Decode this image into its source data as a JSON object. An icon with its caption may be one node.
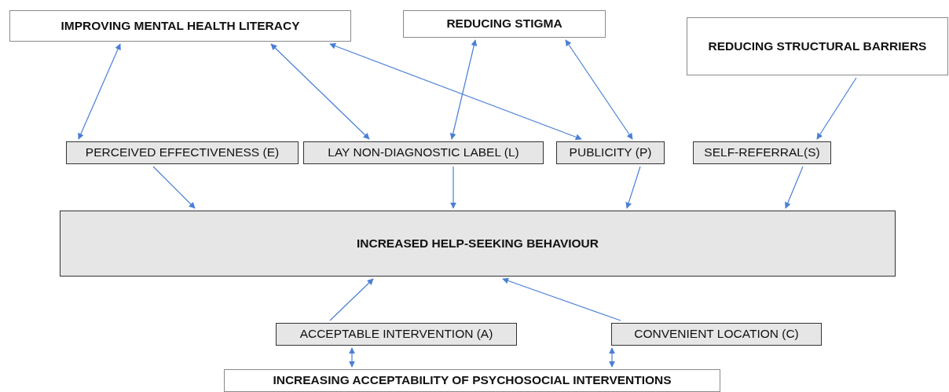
{
  "diagram": {
    "nodes": [
      {
        "text": [
          "IMPROVING MENTAL HEALTH LITERACY"
        ]
      },
      {
        "text": [
          "REDUCING STIGMA"
        ]
      },
      {
        "text": [
          "REDUCING STRUCTURAL BARRIERS"
        ]
      },
      {
        "text": [
          "PERCEIVED EFFECTIVENESS (E)"
        ]
      },
      {
        "text": [
          "LAY NON-DIAGNOSTIC LABEL (L)"
        ]
      },
      {
        "text": [
          "PUBLICITY (P)"
        ]
      },
      {
        "text": [
          "SELF-REFERRAL(S)"
        ]
      },
      {
        "text": [
          "INCREASED HELP-SEEKING BEHAVIOUR"
        ]
      },
      {
        "text": [
          "ACCEPTABLE INTERVENTION (A)"
        ]
      },
      {
        "text": [
          "CONVENIENT LOCATION (C)"
        ]
      },
      {
        "text": [
          "INCREASING ACCEPTABILITY OF PSYCHOSOCIAL INTERVENTIONS"
        ]
      }
    ],
    "edges": [
      {
        "from": 0,
        "to": 3,
        "arrow": "both"
      },
      {
        "from": 0,
        "to": 4,
        "arrow": "both"
      },
      {
        "from": 0,
        "to": 5,
        "arrow": "both"
      },
      {
        "from": 1,
        "to": 4,
        "arrow": "both"
      },
      {
        "from": 1,
        "to": 5,
        "arrow": "both"
      },
      {
        "from": 2,
        "to": 6,
        "arrow": "to"
      },
      {
        "from": 3,
        "to": 7,
        "arrow": "to"
      },
      {
        "from": 4,
        "to": 7,
        "arrow": "to"
      },
      {
        "from": 5,
        "to": 7,
        "arrow": "to"
      },
      {
        "from": 6,
        "to": 7,
        "arrow": "to"
      },
      {
        "from": 8,
        "to": 7,
        "arrow": "to"
      },
      {
        "from": 9,
        "to": 7,
        "arrow": "to"
      },
      {
        "from": 8,
        "to": 10,
        "arrow": "both"
      },
      {
        "from": 9,
        "to": 10,
        "arrow": "both"
      }
    ]
  }
}
